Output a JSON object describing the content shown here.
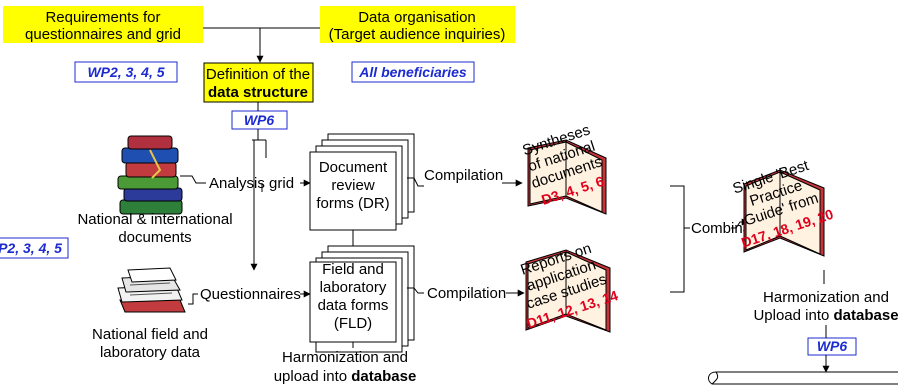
{
  "requirements": {
    "line1": "Requirements for",
    "line2": "questionnaires and grid"
  },
  "data_org": {
    "line1": "Data organisation",
    "line2": "(Target audience inquiries)"
  },
  "definition": {
    "line1": "Definition of the",
    "line2": "data structure"
  },
  "wp_labels": {
    "wp_left": "WP2, 3, 4, 5",
    "all_beneficiaries": "All beneficiaries",
    "wp6_center": "WP6",
    "wp_far_left": "P2, 3, 4, 5",
    "wp6_right": "WP6"
  },
  "analysis_grid": "Analysis grid",
  "questionnaires": "Questionnaires",
  "national_docs": {
    "line1": "National & international",
    "line2": "documents"
  },
  "field_data": {
    "line1": "National field and",
    "line2": "laboratory data"
  },
  "dr_form": {
    "line1": "Document",
    "line2": "review",
    "line3": "forms (DR)"
  },
  "fld_form": {
    "line1": "Field and",
    "line2": "laboratory",
    "line3": "data forms",
    "line4": "(FLD)"
  },
  "compilation_top": "Compilation",
  "compilation_bottom": "Compilation",
  "combination": "Combination",
  "syntheses_book": {
    "line1": "Syntheses",
    "line2": "of national",
    "line3": "documents",
    "refs": "D3, 4, 5, 6"
  },
  "reports_book": {
    "line1": "Reports on",
    "line2": "application",
    "line3": "case studies",
    "refs": "D11, 12, 13, 14"
  },
  "guide_book": {
    "line1": "Single 'Best",
    "line2": "Practice",
    "line3": "Guide' from",
    "refs": "D17, 18, 19, 20"
  },
  "harmonization_center": {
    "line1": "Harmonization and",
    "line2_prefix": "upload into",
    "line2_bold": "database"
  },
  "harmonization_right": {
    "line1": "Harmonization and",
    "line2_prefix": "Upload into",
    "line2_bold": "database"
  },
  "colors": {
    "yellow": "#ffff00",
    "wp_blue": "#1c2bd1",
    "deliverable_red": "#e1001b",
    "book_red": "#c5343a"
  }
}
